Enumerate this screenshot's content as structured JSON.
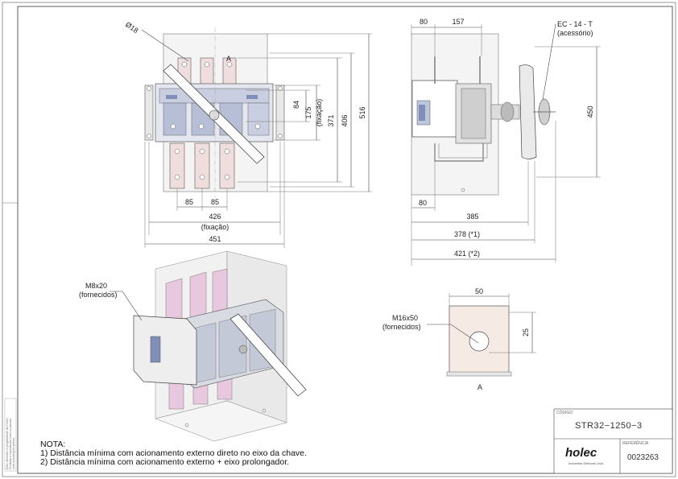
{
  "front_view": {
    "diameter_label": "Ø18",
    "section_marker": "A",
    "dims": {
      "h84": "84",
      "h175": "175",
      "fixacao_v": "(fixação)",
      "h371": "371",
      "h406": "406",
      "h516": "516",
      "w85a": "85",
      "w85b": "85",
      "w426": "426",
      "fixacao_h": "(fixação)",
      "w451": "451"
    }
  },
  "side_view": {
    "dims": {
      "d80_top": "80",
      "d157": "157",
      "d450": "450",
      "d80_bottom": "80",
      "d385": "385",
      "d378": "378 (*1)",
      "d421": "421 (*2)"
    },
    "accessory_label": "EC - 14 - T",
    "accessory_note": "(acessório)"
  },
  "iso_view": {
    "screw_label": "M8x20",
    "screw_note": "(fornecidos)"
  },
  "detail_a": {
    "d50": "50",
    "d25": "25",
    "screw_label": "M16x50",
    "screw_note": "(fornecidos)",
    "marker": "A"
  },
  "notes": {
    "title": "NOTA:",
    "line1": "1) Distância mínima com acionamento externo direto no eixo da chave.",
    "line2": "2) Distância mínima com acionamento externo + eixo prolongador."
  },
  "title_block": {
    "code_caption": "CÓDIGO",
    "code": "STR32−1250−3",
    "ref_caption": "REFERÊNCIA",
    "ref": "0023263",
    "logo": "holec",
    "logo_sub": "Industrias Eletricas Ltda."
  },
  "side_note": {
    "line1": "Este desenho é propriedade da Holec.",
    "line2": "Proibida a reprodução total ou parcial",
    "line3": "sem autorização prévia."
  }
}
